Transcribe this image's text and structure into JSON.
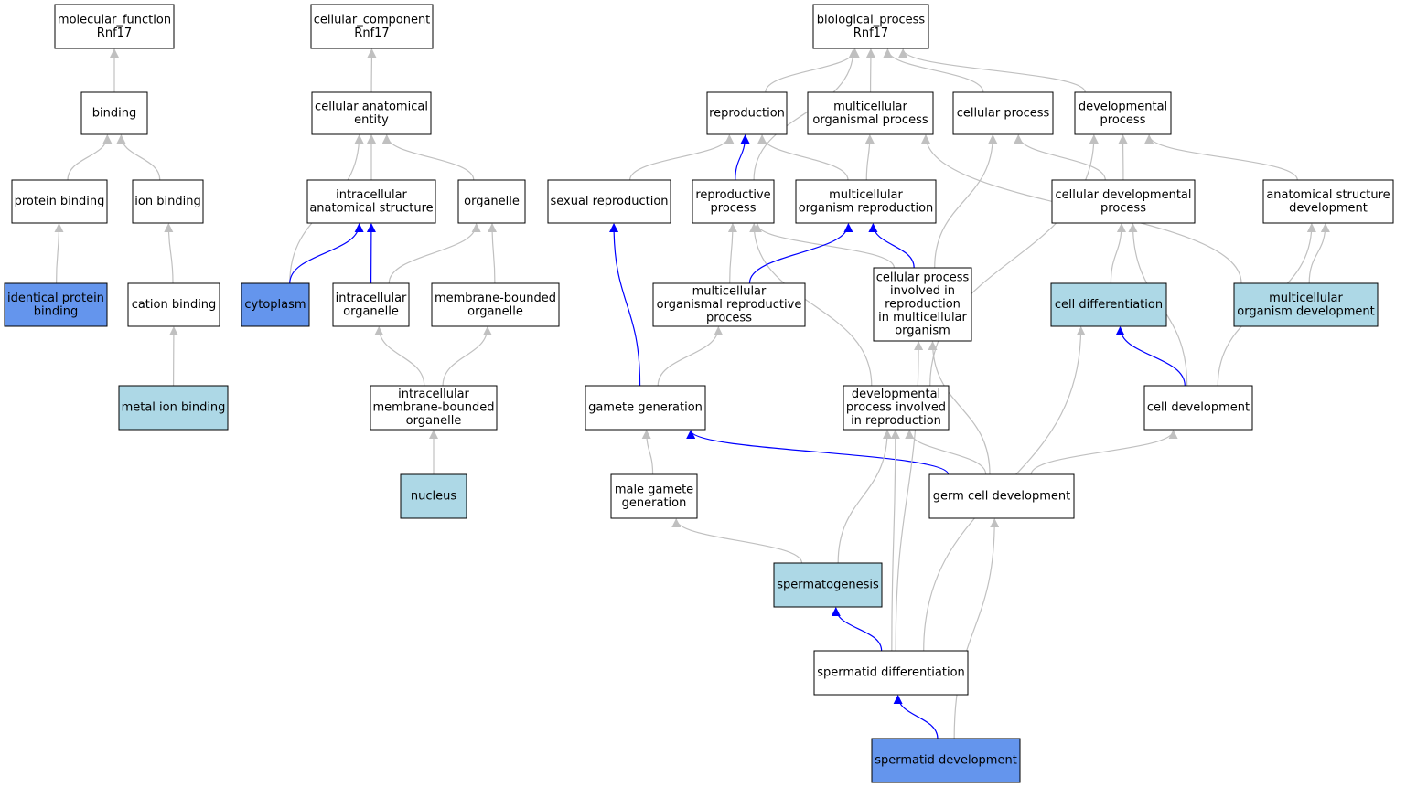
{
  "colors": {
    "node_default": "#ffffff",
    "node_light": "#add8e6",
    "node_dark": "#6495ed",
    "edge_gray": "#c0c0c0",
    "edge_blue": "#0000ff"
  },
  "nodes": [
    {
      "id": "mf",
      "lines": [
        "molecular_function",
        "Rnf17"
      ],
      "fill": "white"
    },
    {
      "id": "binding",
      "lines": [
        "binding"
      ],
      "fill": "white"
    },
    {
      "id": "protein_binding",
      "lines": [
        "protein binding"
      ],
      "fill": "white"
    },
    {
      "id": "ion_binding",
      "lines": [
        "ion binding"
      ],
      "fill": "white"
    },
    {
      "id": "identical_protein_binding",
      "lines": [
        "identical protein",
        "binding"
      ],
      "fill": "dark"
    },
    {
      "id": "cation_binding",
      "lines": [
        "cation binding"
      ],
      "fill": "white"
    },
    {
      "id": "metal_ion_binding",
      "lines": [
        "metal ion binding"
      ],
      "fill": "light"
    },
    {
      "id": "cc",
      "lines": [
        "cellular_component",
        "Rnf17"
      ],
      "fill": "white"
    },
    {
      "id": "cae",
      "lines": [
        "cellular anatomical",
        "entity"
      ],
      "fill": "white"
    },
    {
      "id": "ias",
      "lines": [
        "intracellular",
        "anatomical structure"
      ],
      "fill": "white"
    },
    {
      "id": "organelle",
      "lines": [
        "organelle"
      ],
      "fill": "white"
    },
    {
      "id": "cytoplasm",
      "lines": [
        "cytoplasm"
      ],
      "fill": "dark"
    },
    {
      "id": "io",
      "lines": [
        "intracellular",
        "organelle"
      ],
      "fill": "white"
    },
    {
      "id": "mbo",
      "lines": [
        "membrane-bounded",
        "organelle"
      ],
      "fill": "white"
    },
    {
      "id": "imbo",
      "lines": [
        "intracellular",
        "membrane-bounded",
        "organelle"
      ],
      "fill": "white"
    },
    {
      "id": "nucleus",
      "lines": [
        "nucleus"
      ],
      "fill": "light"
    },
    {
      "id": "bp",
      "lines": [
        "biological_process",
        "Rnf17"
      ],
      "fill": "white"
    },
    {
      "id": "reproduction",
      "lines": [
        "reproduction"
      ],
      "fill": "white"
    },
    {
      "id": "mop",
      "lines": [
        "multicellular",
        "organismal process"
      ],
      "fill": "white"
    },
    {
      "id": "cellular_process",
      "lines": [
        "cellular process"
      ],
      "fill": "white"
    },
    {
      "id": "dev_process",
      "lines": [
        "developmental",
        "process"
      ],
      "fill": "white"
    },
    {
      "id": "sexual_reproduction",
      "lines": [
        "sexual reproduction"
      ],
      "fill": "white"
    },
    {
      "id": "repro_process",
      "lines": [
        "reproductive",
        "process"
      ],
      "fill": "white"
    },
    {
      "id": "mor",
      "lines": [
        "multicellular",
        "organism reproduction"
      ],
      "fill": "white"
    },
    {
      "id": "cdp",
      "lines": [
        "cellular developmental",
        "process"
      ],
      "fill": "white"
    },
    {
      "id": "asd",
      "lines": [
        "anatomical structure",
        "development"
      ],
      "fill": "white"
    },
    {
      "id": "morp",
      "lines": [
        "multicellular",
        "organismal reproductive",
        "process"
      ],
      "fill": "white"
    },
    {
      "id": "cpir",
      "lines": [
        "cellular process",
        "involved in",
        "reproduction",
        "in multicellular",
        "organism"
      ],
      "fill": "white"
    },
    {
      "id": "cell_diff",
      "lines": [
        "cell differentiation"
      ],
      "fill": "light"
    },
    {
      "id": "mod",
      "lines": [
        "multicellular",
        "organism development"
      ],
      "fill": "light"
    },
    {
      "id": "gamete_gen",
      "lines": [
        "gamete generation"
      ],
      "fill": "white"
    },
    {
      "id": "dpir",
      "lines": [
        "developmental",
        "process involved",
        "in reproduction"
      ],
      "fill": "white"
    },
    {
      "id": "cell_dev",
      "lines": [
        "cell development"
      ],
      "fill": "white"
    },
    {
      "id": "male_gamete",
      "lines": [
        "male gamete",
        "generation"
      ],
      "fill": "white"
    },
    {
      "id": "germ_cell_dev",
      "lines": [
        "germ cell development"
      ],
      "fill": "white"
    },
    {
      "id": "spermatogenesis",
      "lines": [
        "spermatogenesis"
      ],
      "fill": "light"
    },
    {
      "id": "spermatid_diff",
      "lines": [
        "spermatid differentiation"
      ],
      "fill": "white"
    },
    {
      "id": "spermatid_dev",
      "lines": [
        "spermatid development"
      ],
      "fill": "dark"
    }
  ],
  "edges": [
    {
      "from": "binding",
      "to": "mf",
      "color": "gray"
    },
    {
      "from": "protein_binding",
      "to": "binding",
      "color": "gray"
    },
    {
      "from": "ion_binding",
      "to": "binding",
      "color": "gray"
    },
    {
      "from": "identical_protein_binding",
      "to": "protein_binding",
      "color": "gray"
    },
    {
      "from": "cation_binding",
      "to": "ion_binding",
      "color": "gray"
    },
    {
      "from": "metal_ion_binding",
      "to": "cation_binding",
      "color": "gray"
    },
    {
      "from": "cae",
      "to": "cc",
      "color": "gray"
    },
    {
      "from": "ias",
      "to": "cae",
      "color": "gray"
    },
    {
      "from": "organelle",
      "to": "cae",
      "color": "gray"
    },
    {
      "from": "cytoplasm",
      "to": "cae",
      "color": "gray"
    },
    {
      "from": "cytoplasm",
      "to": "ias",
      "color": "blue"
    },
    {
      "from": "io",
      "to": "ias",
      "color": "blue"
    },
    {
      "from": "io",
      "to": "organelle",
      "color": "gray"
    },
    {
      "from": "mbo",
      "to": "organelle",
      "color": "gray"
    },
    {
      "from": "imbo",
      "to": "io",
      "color": "gray"
    },
    {
      "from": "imbo",
      "to": "mbo",
      "color": "gray"
    },
    {
      "from": "nucleus",
      "to": "imbo",
      "color": "gray"
    },
    {
      "from": "reproduction",
      "to": "bp",
      "color": "gray"
    },
    {
      "from": "mop",
      "to": "bp",
      "color": "gray"
    },
    {
      "from": "cellular_process",
      "to": "bp",
      "color": "gray"
    },
    {
      "from": "dev_process",
      "to": "bp",
      "color": "gray"
    },
    {
      "from": "repro_process",
      "to": "bp",
      "color": "gray"
    },
    {
      "from": "sexual_reproduction",
      "to": "reproduction",
      "color": "gray"
    },
    {
      "from": "repro_process",
      "to": "reproduction",
      "color": "blue"
    },
    {
      "from": "mor",
      "to": "reproduction",
      "color": "gray"
    },
    {
      "from": "mor",
      "to": "mop",
      "color": "gray"
    },
    {
      "from": "mod",
      "to": "mop",
      "color": "gray"
    },
    {
      "from": "cdp",
      "to": "cellular_process",
      "color": "gray"
    },
    {
      "from": "cpir",
      "to": "cellular_process",
      "color": "gray"
    },
    {
      "from": "cdp",
      "to": "dev_process",
      "color": "gray"
    },
    {
      "from": "asd",
      "to": "dev_process",
      "color": "gray"
    },
    {
      "from": "dpir",
      "to": "dev_process",
      "color": "gray"
    },
    {
      "from": "morp",
      "to": "repro_process",
      "color": "gray"
    },
    {
      "from": "cpir",
      "to": "repro_process",
      "color": "gray"
    },
    {
      "from": "dpir",
      "to": "repro_process",
      "color": "gray"
    },
    {
      "from": "morp",
      "to": "mor",
      "color": "blue"
    },
    {
      "from": "cpir",
      "to": "mor",
      "color": "blue"
    },
    {
      "from": "cell_diff",
      "to": "cdp",
      "color": "gray"
    },
    {
      "from": "cell_dev",
      "to": "cdp",
      "color": "gray"
    },
    {
      "from": "mod",
      "to": "asd",
      "color": "gray"
    },
    {
      "from": "cell_dev",
      "to": "asd",
      "color": "gray"
    },
    {
      "from": "gamete_gen",
      "to": "sexual_reproduction",
      "color": "blue"
    },
    {
      "from": "gamete_gen",
      "to": "morp",
      "color": "gray"
    },
    {
      "from": "cell_dev",
      "to": "cell_diff",
      "color": "blue"
    },
    {
      "from": "male_gamete",
      "to": "gamete_gen",
      "color": "gray"
    },
    {
      "from": "germ_cell_dev",
      "to": "gamete_gen",
      "color": "blue"
    },
    {
      "from": "germ_cell_dev",
      "to": "dpir",
      "color": "gray"
    },
    {
      "from": "germ_cell_dev",
      "to": "cell_dev",
      "color": "gray"
    },
    {
      "from": "germ_cell_dev",
      "to": "cpir",
      "color": "gray"
    },
    {
      "from": "spermatogenesis",
      "to": "male_gamete",
      "color": "gray"
    },
    {
      "from": "spermatogenesis",
      "to": "dpir",
      "color": "gray"
    },
    {
      "from": "spermatid_diff",
      "to": "spermatogenesis",
      "color": "blue"
    },
    {
      "from": "spermatid_diff",
      "to": "dpir",
      "color": "gray"
    },
    {
      "from": "spermatid_diff",
      "to": "cell_diff",
      "color": "gray"
    },
    {
      "from": "spermatid_diff",
      "to": "cpir",
      "color": "gray"
    },
    {
      "from": "spermatid_dev",
      "to": "spermatid_diff",
      "color": "blue"
    },
    {
      "from": "spermatid_dev",
      "to": "germ_cell_dev",
      "color": "gray"
    }
  ]
}
